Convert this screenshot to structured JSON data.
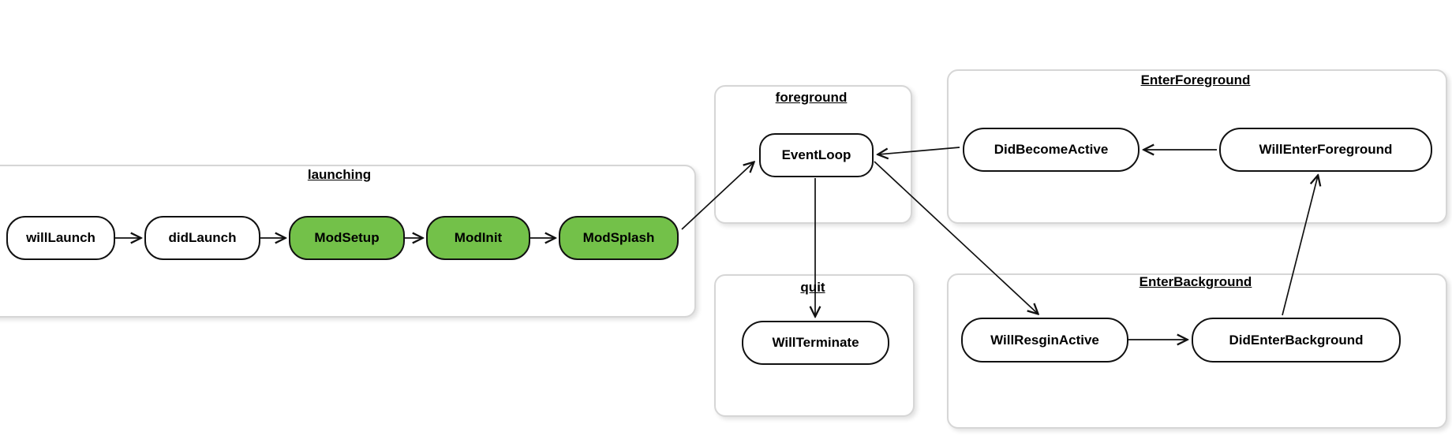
{
  "diagram": {
    "colors": {
      "background": "#ffffff",
      "node_fill": "#ffffff",
      "node_highlight_fill": "#73C149",
      "node_border": "#111111",
      "edge_color": "#111111",
      "group_border": "#d6d6d6",
      "group_fill": "#ffffff",
      "text_color": "#000000"
    },
    "groups": [
      {
        "title": "launching",
        "nodes": [
          {
            "label": "willLaunch",
            "highlighted": false
          },
          {
            "label": "didLaunch",
            "highlighted": false
          },
          {
            "label": "ModSetup",
            "highlighted": true
          },
          {
            "label": "ModInit",
            "highlighted": true
          },
          {
            "label": "ModSplash",
            "highlighted": true
          }
        ]
      },
      {
        "title": "foreground",
        "nodes": [
          {
            "label": "EventLoop",
            "highlighted": false
          }
        ]
      },
      {
        "title": "quit",
        "nodes": [
          {
            "label": "WillTerminate",
            "highlighted": false
          }
        ]
      },
      {
        "title": "EnterForeground",
        "nodes": [
          {
            "label": "DidBecomeActive",
            "highlighted": false
          },
          {
            "label": "WillEnterForeground",
            "highlighted": false
          }
        ]
      },
      {
        "title": "EnterBackground",
        "nodes": [
          {
            "label": "WillResginActive",
            "highlighted": false
          },
          {
            "label": "DidEnterBackground",
            "highlighted": false
          }
        ]
      }
    ],
    "edges": [
      {
        "from": "willLaunch",
        "to": "didLaunch"
      },
      {
        "from": "didLaunch",
        "to": "ModSetup"
      },
      {
        "from": "ModSetup",
        "to": "ModInit"
      },
      {
        "from": "ModInit",
        "to": "ModSplash"
      },
      {
        "from": "ModSplash",
        "to": "EventLoop"
      },
      {
        "from": "EventLoop",
        "to": "WillTerminate"
      },
      {
        "from": "DidBecomeActive",
        "to": "EventLoop"
      },
      {
        "from": "WillEnterForeground",
        "to": "DidBecomeActive"
      },
      {
        "from": "EventLoop",
        "to": "WillResginActive"
      },
      {
        "from": "WillResginActive",
        "to": "DidEnterBackground"
      },
      {
        "from": "DidEnterBackground",
        "to": "WillEnterForeground"
      }
    ]
  }
}
